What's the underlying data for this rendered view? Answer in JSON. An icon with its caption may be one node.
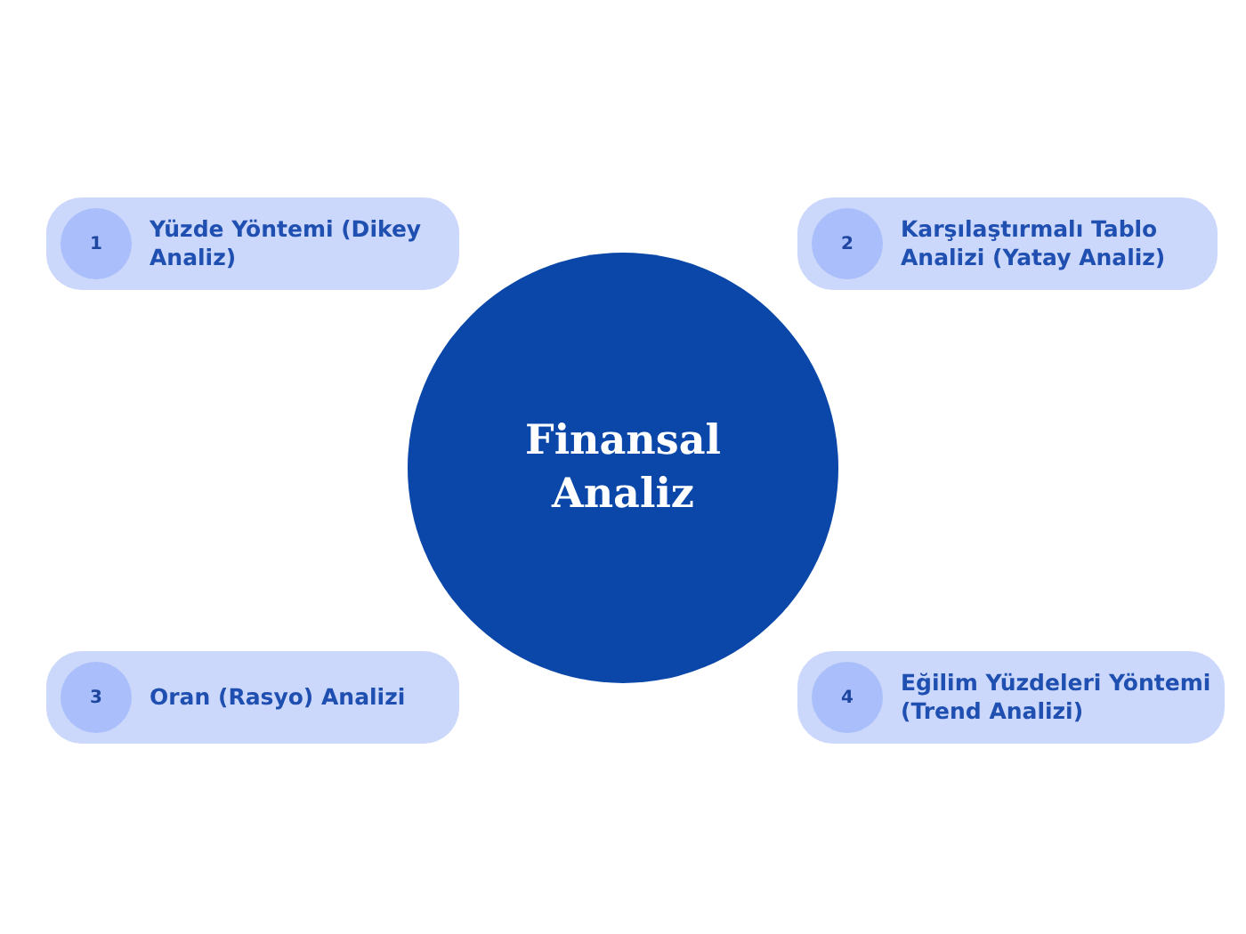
{
  "diagram": {
    "nodes": [
      {
        "text": [
          "Finansal Analiz"
        ]
      },
      {
        "text": [
          "1",
          "Yüzde Yöntemi (Dikey Analiz)"
        ]
      },
      {
        "text": [
          "2",
          "Karşılaştırmalı Tablo Analizi (Yatay Analiz)"
        ]
      },
      {
        "text": [
          "3",
          "Oran (Rasyo) Analizi"
        ]
      },
      {
        "text": [
          "4",
          "Eğilim Yüzdeleri Yöntemi (Trend Analizi)"
        ]
      }
    ]
  }
}
